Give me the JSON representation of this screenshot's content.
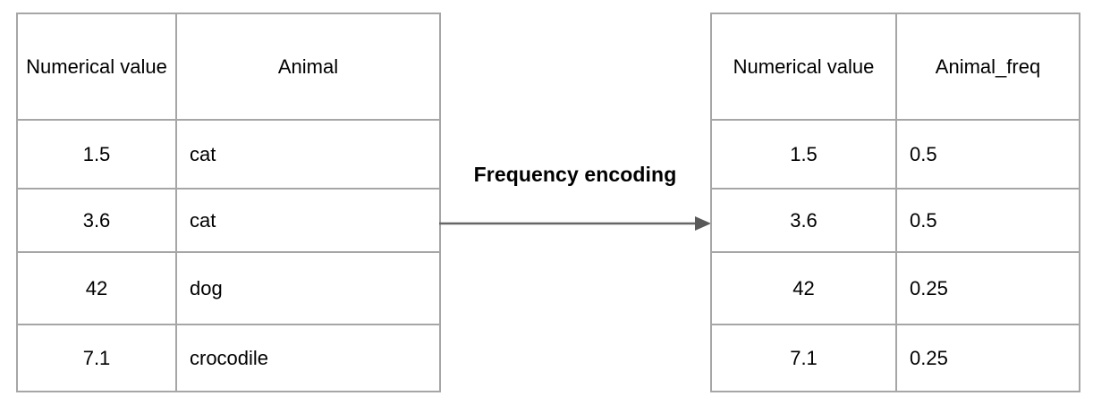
{
  "diagram": {
    "title_text": "Frequency encoding",
    "arrow_icon": "right-arrow-icon",
    "accent_color": "#000000",
    "border_color": "#a6a6a6",
    "background_color": "#ffffff"
  },
  "source_table": {
    "name": "original-data-table",
    "headers": [
      "Numerical value",
      "Animal"
    ],
    "rows": [
      {
        "numerical_value": "1.5",
        "animal": "cat"
      },
      {
        "numerical_value": "3.6",
        "animal": "cat"
      },
      {
        "numerical_value": "42",
        "animal": "dog"
      },
      {
        "numerical_value": "7.1",
        "animal": "crocodile"
      }
    ]
  },
  "result_table": {
    "name": "encoded-data-table",
    "headers": [
      "Numerical value",
      "Animal_freq"
    ],
    "rows": [
      {
        "numerical_value": "1.5",
        "animal_freq": "0.5"
      },
      {
        "numerical_value": "3.6",
        "animal_freq": "0.5"
      },
      {
        "numerical_value": "42",
        "animal_freq": "0.25"
      },
      {
        "numerical_value": "7.1",
        "animal_freq": "0.25"
      }
    ]
  }
}
